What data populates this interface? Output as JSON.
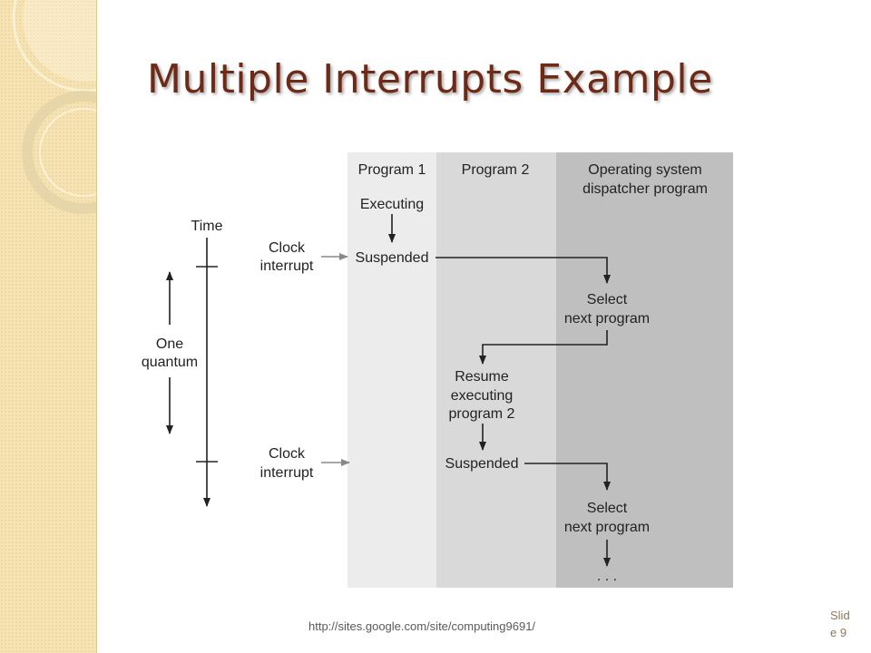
{
  "slide": {
    "title": "Multiple Interrupts Example",
    "footer_url": "http://sites.google.com/site/computing9691/",
    "slide_number": "Slide 9"
  },
  "diagram": {
    "columns": {
      "program1": "Program 1",
      "program2": "Program 2",
      "os_line1": "Operating system",
      "os_line2": "dispatcher program"
    },
    "time_label": "Time",
    "quantum_line1": "One",
    "quantum_line2": "quantum",
    "clock_interrupt_1_line1": "Clock",
    "clock_interrupt_1_line2": "interrupt",
    "clock_interrupt_2_line1": "Clock",
    "clock_interrupt_2_line2": "interrupt",
    "executing": "Executing",
    "suspended_1": "Suspended",
    "select_1_line1": "Select",
    "select_1_line2": "next program",
    "resume_line1": "Resume",
    "resume_line2": "executing",
    "resume_line3": "program 2",
    "suspended_2": "Suspended",
    "select_2_line1": "Select",
    "select_2_line2": "next program",
    "ellipsis": ". . ."
  },
  "colors": {
    "title": "#6d2b17",
    "program1_column": "#ececec",
    "program2_column": "#d9d9d9",
    "os_column": "#bfbfbf",
    "sidebar": "#f6e3b3"
  }
}
